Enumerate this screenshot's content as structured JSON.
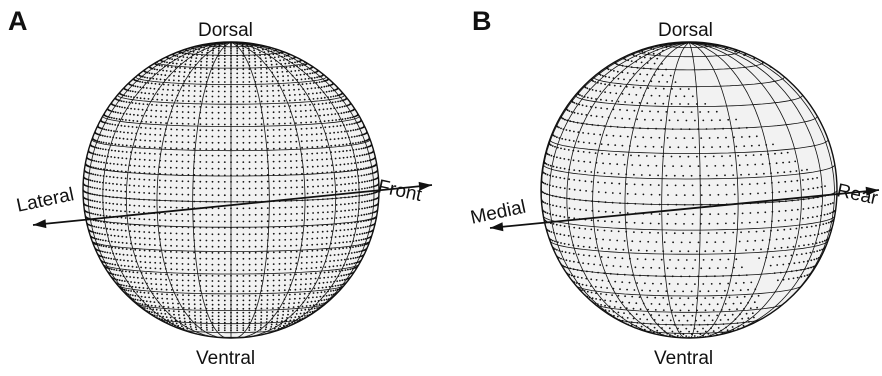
{
  "panels": [
    {
      "letter": "A",
      "labels": {
        "top": "Dorsal",
        "bottom": "Ventral",
        "left": "Lateral",
        "right": "Front"
      }
    },
    {
      "letter": "B",
      "labels": {
        "top": "Dorsal",
        "bottom": "Ventral",
        "left": "Medial",
        "right": "Rear"
      }
    }
  ],
  "colors": {
    "ink": "#111111",
    "sphere_fill": "#f2f2f2",
    "background": "#ffffff"
  }
}
